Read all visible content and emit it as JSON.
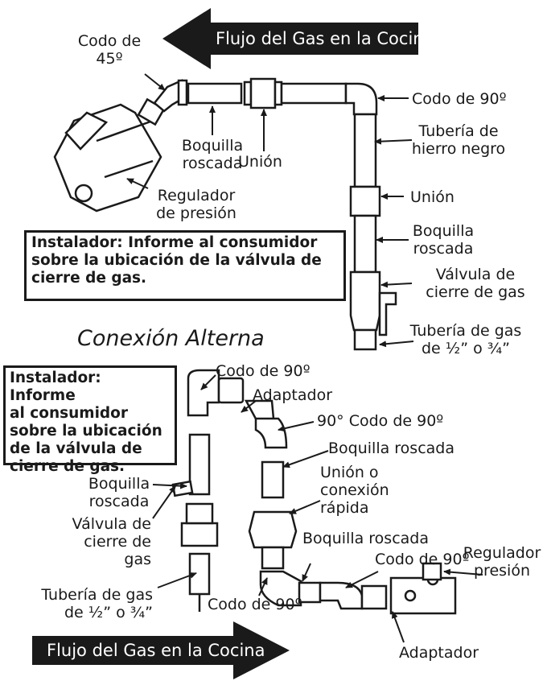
{
  "top_section": {
    "flow_arrow": "Flujo del Gas en la Cocina",
    "installer_note": "Instalador: Informe al consumidor sobre la ubicación de la válvula de cierre de gas.",
    "labels": {
      "codo45_line1": "Codo de",
      "codo45_line2": "45º",
      "boquilla_line1": "Boquilla",
      "boquilla_line2": "roscada",
      "union": "Unión",
      "codo90": "Codo de 90º",
      "tuberia_line1": "Tubería de",
      "tuberia_line2": "hierro negro",
      "union2": "Unión",
      "boquilla2_line1": "Boquilla",
      "boquilla2_line2": "roscada",
      "valvula_line1": "Válvula de",
      "valvula_line2": "cierre de gas",
      "tuberia_gas_line1": "Tubería de gas",
      "tuberia_gas_line2": "de ½” o ¾”",
      "regulador_line1": "Regulador",
      "regulador_line2": "de presión"
    }
  },
  "alt_section": {
    "heading": "Conexión Alterna",
    "installer_note_lines": [
      "Instalador: Informe",
      "al consumidor",
      "sobre la ubicación",
      "de la válvula de",
      "cierre de gas."
    ],
    "flow_arrow": "Flujo del Gas en la Cocina",
    "labels": {
      "codo90_top": "Codo de 90º",
      "adaptador_top": "Adaptador",
      "codo90_90": "90° Codo de 90º",
      "boquilla_right": "Boquilla roscada",
      "union_line1": "Unión o",
      "union_line2": "conexión",
      "union_line3": "rápida",
      "boquilla_left_line1": "Boquilla",
      "boquilla_left_line2": "roscada",
      "valvula_line1": "Válvula de",
      "valvula_line2": "cierre de",
      "valvula_line3": "gas",
      "tuberia_line1": "Tubería de gas",
      "tuberia_line2": "de ½” o ¾”",
      "codo90_bottom": "Codo de 90º",
      "boquilla_bottom": "Boquilla roscada",
      "codo90_mid": "Codo de 90º",
      "regulador_line1": "Regulador",
      "regulador_line2": "presión",
      "adaptador_bottom": "Adaptador"
    }
  }
}
